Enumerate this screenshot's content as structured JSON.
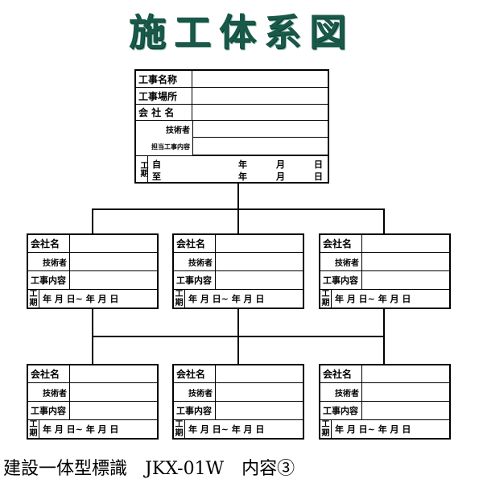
{
  "title": "施工体系図",
  "main": {
    "project_name_label": "工事名称",
    "site_label": "工事場所",
    "company_label": "会 社 名",
    "engineer_label": "技術者",
    "responsible_label": "担当工事内容",
    "period_label": "工期",
    "from": "自",
    "to": "至",
    "year": "年",
    "month": "月",
    "day": "日"
  },
  "sub": {
    "company_label": "会社名",
    "engineer_label": "技術者",
    "work_label": "工事内容",
    "period_label": "工期",
    "date_text": "年 月 日~ 年 月 日"
  },
  "caption": "建設一体型標識　JKX-01W　内容③"
}
